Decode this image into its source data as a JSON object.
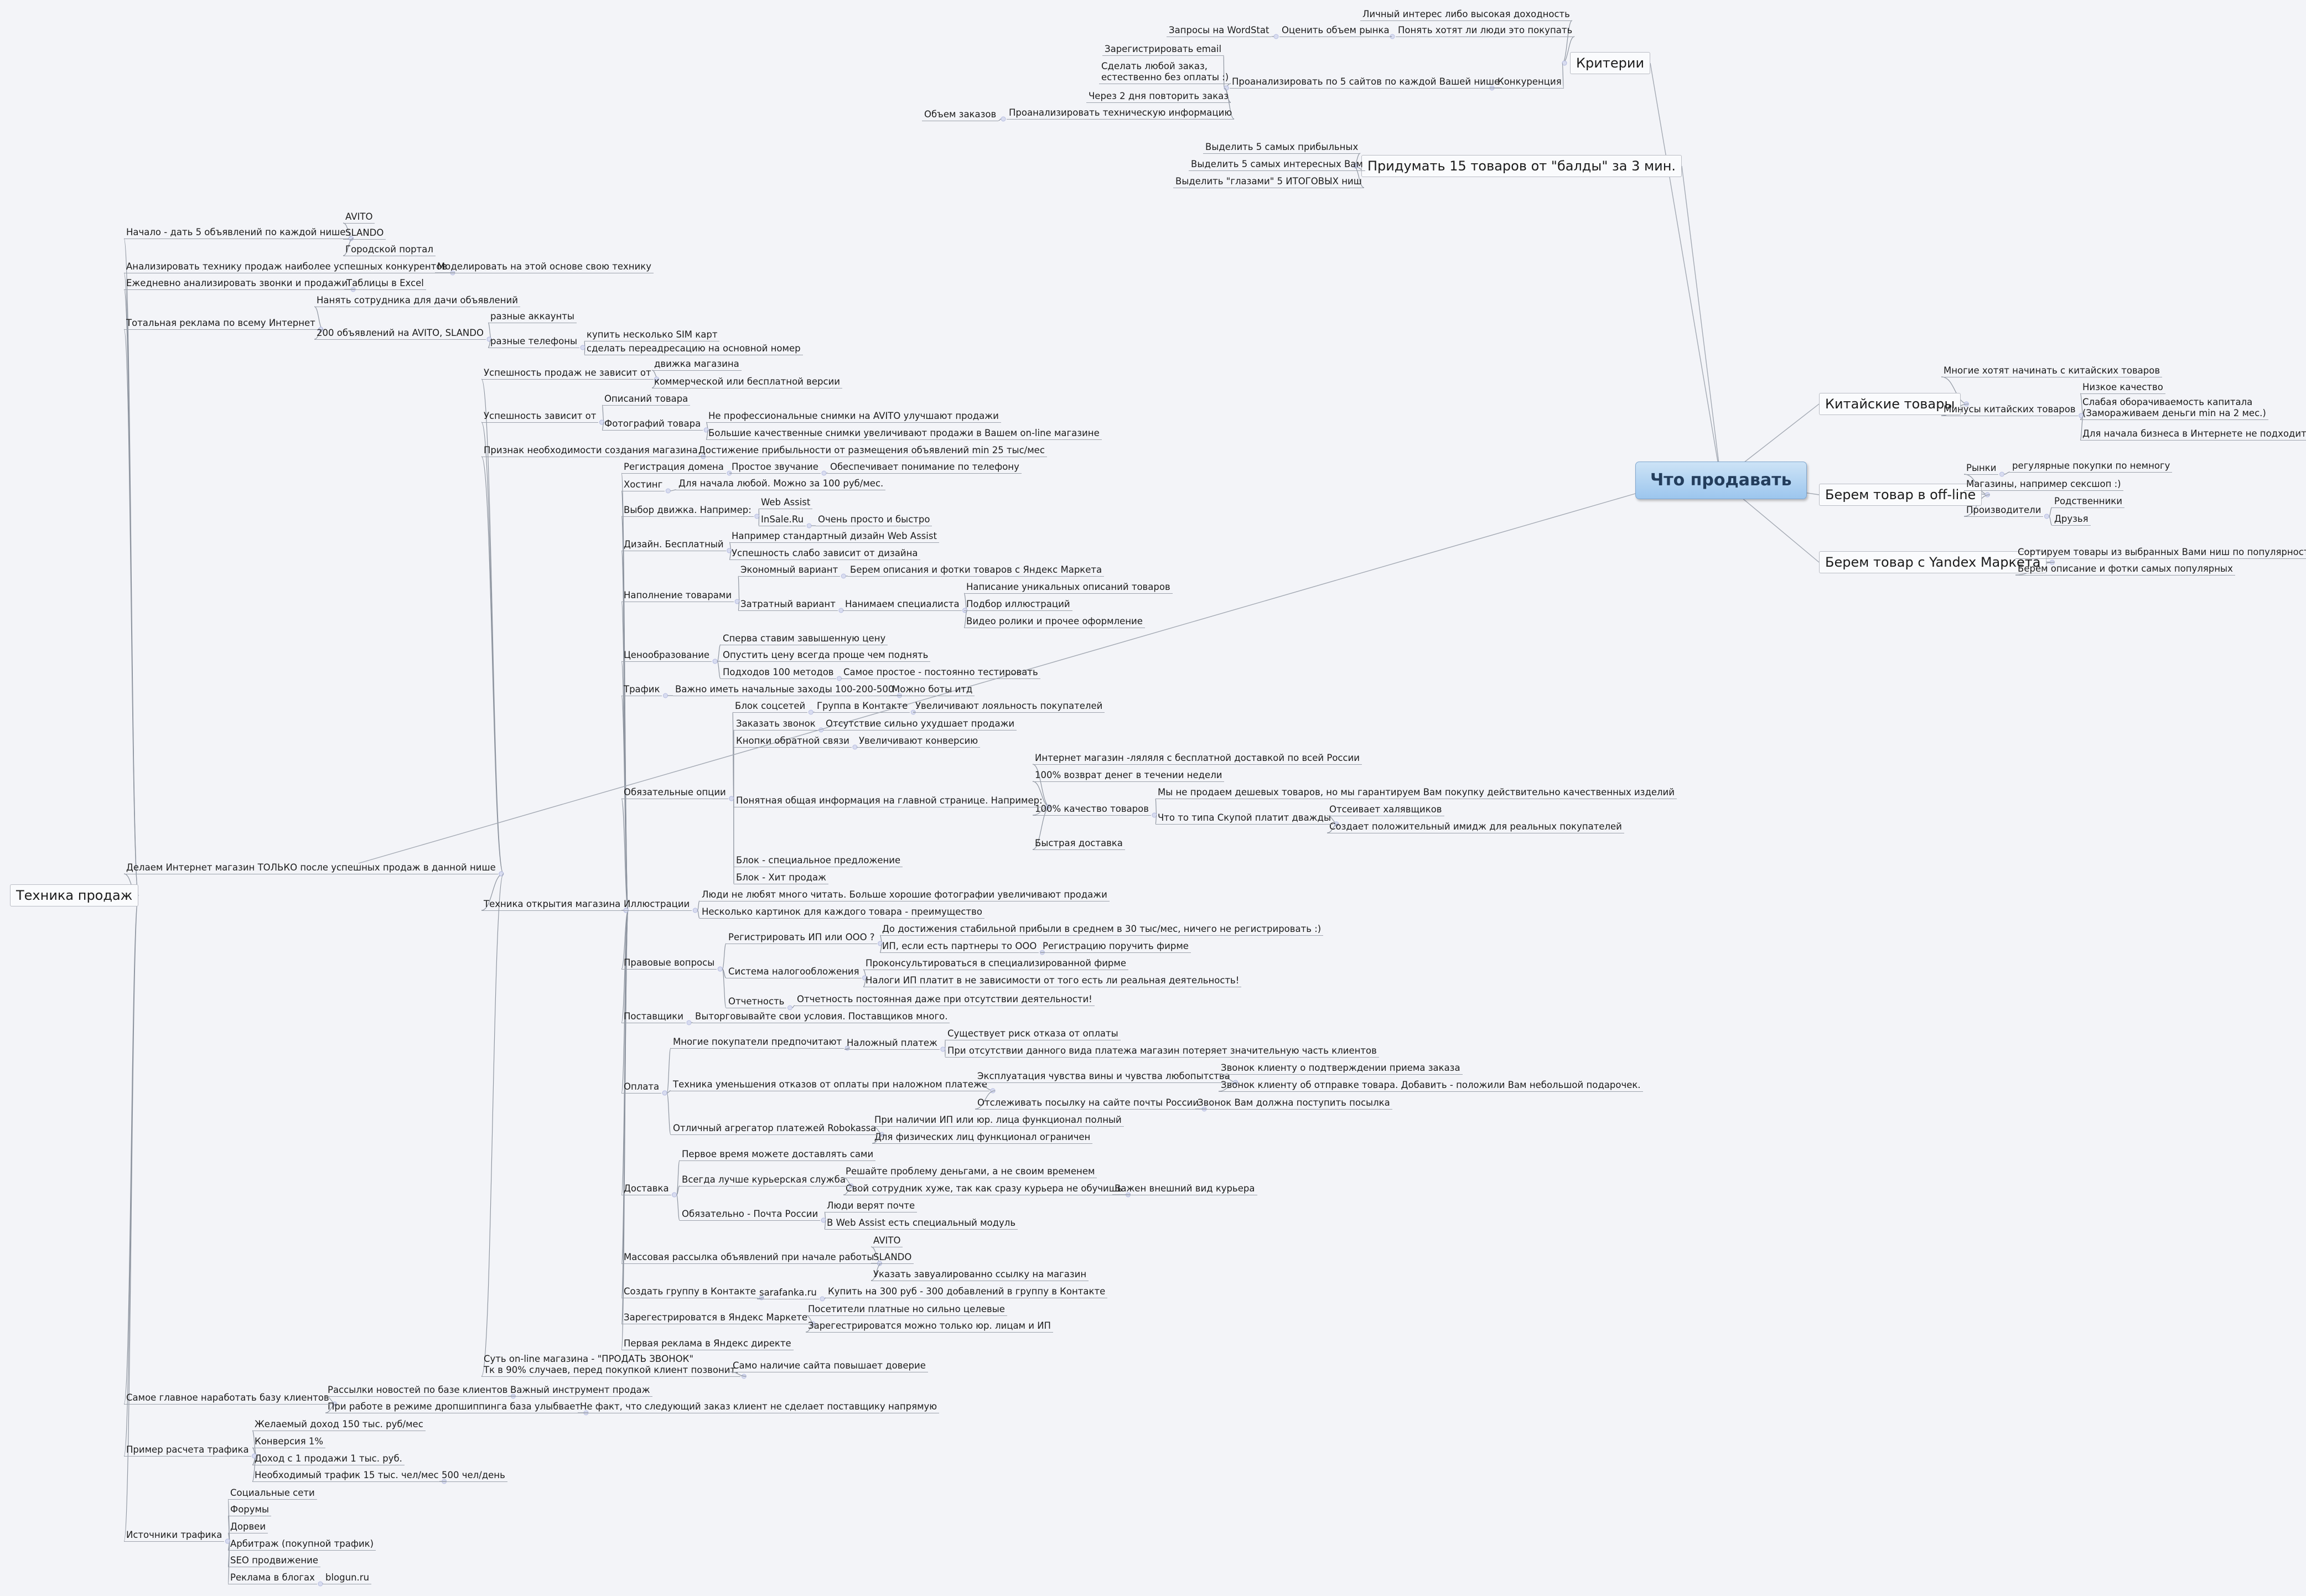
{
  "diagram": {
    "root": "Что продавать",
    "left_root": "Техника продаж",
    "branches": {
      "kriterii": "Критерии",
      "kriterii_interest": "Личный интерес либо высокая доходность",
      "kriterii_demand": "Понять хотят ли люди это покупать",
      "kriterii_estimate": "Оценить объем рынка",
      "kriterii_wordstat": "Запросы на WordStat",
      "kriterii_competition": "Конкуренция",
      "kriterii_analyze5": "Проанализировать по 5 сайтов по каждой Вашей нише",
      "kriterii_email": "Зарегистрировать email",
      "kriterii_order": "Сделать любой заказ,\nестественно без оплаты :)",
      "kriterii_repeat": "Через 2 дня повторить заказ",
      "kriterii_tech": "Проанализировать техническую информацию",
      "kriterii_volume": "Объем заказов",
      "invent15": "Придумать 15 товаров от \"балды\" за 3 мин.",
      "invent_profit": "Выделить 5 самых прибыльных",
      "invent_interest": "Выделить 5 самых интересных Вам",
      "invent_eyes": "Выделить \"глазами\" 5 ИТОГОВЫХ ниш",
      "chinese": "Китайские товары",
      "chinese_many": "Многие хотят начинать с китайских товаров",
      "chinese_minus": "Минусы китайских товаров",
      "chinese_quality": "Низкое качество",
      "chinese_turnover": "Слабая оборачиваемость капитала\n(Замораживаем деньги min на 2 мес.)",
      "chinese_start": "Для начала бизнеса в Интернете не подходит",
      "offline": "Берем товар в off-line",
      "offline_markets": "Рынки",
      "offline_regular": "регулярные покупки по немногу",
      "offline_shops": "Магазины, например сексшоп :)",
      "offline_producers": "Производители",
      "offline_relatives": "Родственники",
      "offline_friends": "Друзья",
      "yandex": "Берем товар с Yandex Маркета",
      "yandex_sort": "Сортируем товары из выбранных Вами ниш по популярности",
      "yandex_take": "Берем описание и фотки самых популярных"
    },
    "left": {
      "start5": "Начало - дать 5 объявлений по каждой нише",
      "avito": "AVITO",
      "slando": "SLANDO",
      "city_portal": "Городской портал",
      "analyze_tech": "Анализировать технику продаж наиболее успешных конкурентов",
      "model": "Моделировать на этой основе свою технику",
      "daily": "Ежедневно анализировать звонки и продажи",
      "excel": "Таблицы в Excel",
      "total_ad": "Тотальная реклама по всему Интернет",
      "hire": "Нанять сотрудника для дачи объявлений",
      "ads200": "200 объявлений на AVITO, SLANDO",
      "accounts": "разные аккаунты",
      "phones": "разные телефоны",
      "sim": "купить несколько SIM карт",
      "redirect": "сделать переадресацию на основной номер",
      "shop_after": "Делаем Интернет магазин ТОЛЬКО после успешных продаж в данной нише",
      "not_depend": "Успешность продаж не зависит от",
      "engine": "движка магазина",
      "commercial": "коммерческой или бесплатной версии",
      "depends": "Успешность зависит от",
      "desc": "Описаний товара",
      "photos": "Фотографий товара",
      "photos_np": "Не профессиональные снимки на AVITO улучшают продажи",
      "photos_big": "Большие качественные снимки увеличивают продажи в Вашем on-line магазине",
      "sign": "Признак необходимости создания магазина",
      "sign_val": "Достижение прибыльности от размещения объявлений min 25 тыс/мес",
      "opening": "Техника открытия магазина",
      "domain": "Регистрация домена",
      "domain_simple": "Простое звучание",
      "domain_phone": "Обеспечивает понимание по телефону",
      "hosting": "Хостинг",
      "hosting_val": "Для начала любой. Можно за 100 руб/мес.",
      "engine_choice": "Выбор движка. Например:",
      "webassist": "Web Assist",
      "insale": "InSale.Ru",
      "insale_val": "Очень просто и быстро",
      "design": "Дизайн. Бесплатный",
      "design_std": "Например стандартный дизайн Web Assist",
      "design_weak": "Успешность слабо зависит от дизайна",
      "fill": "Наполнение товарами",
      "fill_eco": "Экономный вариант",
      "fill_eco_val": "Берем  описания и фотки товаров с Яндекс Маркета",
      "fill_paid": "Затратный вариант",
      "fill_hire": "Нанимаем специалиста",
      "fill_unique": "Написание уникальных описаний товаров",
      "fill_illus": "Подбор иллюстраций",
      "fill_video": "Видео ролики и прочее оформление",
      "pricing": "Ценообразование",
      "pricing_high": "Сперва ставим завышенную цену",
      "pricing_lower": "Опустить цену всегда проще чем поднять",
      "pricing_100": "Подходов 100 методов",
      "pricing_simple": "Самое простое - постоянно тестировать",
      "traffic": "Трафик",
      "traffic_val": "Важно иметь начальные заходы 100-200-500",
      "traffic_bots": "Можно боты итд",
      "options": "Обязательные опции",
      "soc_block": "Блок соцсетей",
      "vk_group": "Группа в Контакте",
      "loyalty": "Увеличивают лояльность покупателей",
      "callback": "Заказать звонок",
      "callback_val": "Отсутствие сильно ухудшает продажи",
      "feedback": "Кнопки обратной связи",
      "feedback_val": "Увеличивают конверсию",
      "main_info": "Понятная общая информация на главной странице. Например:",
      "info_shop": "Интернет магазин -ляляля с бесплатной доставкой по всей России",
      "info_refund": "100% возврат денег в течении недели",
      "info_quality": "100% качество товаров",
      "info_cheap": "Мы не продаем дешевых товаров, но мы гарантируем Вам покупку действительно качественных изделий",
      "info_miser": "Что то типа Скупой платит дважды",
      "info_cut": "Отсеивает халявщиков",
      "info_image": "Создает положительный имидж для реальных покупателей",
      "info_fast": "Быстрая доставка",
      "special": "Блок - специальное предложение",
      "hit": "Блок - Хит продаж",
      "illus": "Иллюстрации",
      "illus_read": "Люди не любят много читать. Больше хорошие фотографии увеличивают продажи",
      "illus_many": "Несколько картинок для каждого товара - преимущество",
      "legal": "Правовые вопросы",
      "reg_ip": "Регистрировать ИП или ООО ?",
      "reg_ip_no": "До достижения стабильной прибыли в среднем в 30 тыс/мес, ничего не регистрировать :)",
      "reg_ip_partners": "ИП, если есть партнеры то ООО",
      "reg_firm": "Регистрацию поручить фирме",
      "tax": "Система налогообложения",
      "tax_consult": "Проконсультироваться в специализированной фирме",
      "tax_ip": "Налоги ИП платит в не зависимости от того есть ли реальная деятельность!",
      "report": "Отчетность",
      "report_val": "Отчетность постоянная даже при отсутствии деятельности!",
      "suppliers": "Поставщики",
      "suppliers_val": "Выторговывайте свои условия. Поставщиков много.",
      "payment": "Оплата",
      "pay_prefer": "Многие покупатели предпочитают",
      "pay_cod": "Наложный платеж",
      "pay_risk": "Существует риск отказа от оплаты",
      "pay_lose": "При отсутствии данного вида платежа магазин потеряет значительную часть клиентов",
      "pay_reduce": "Техника уменьшения отказов от оплаты при наложном платеже",
      "pay_guilt": "Эксплуатация чувства вины и чувства любопытства",
      "pay_call1": "Звонок клиенту о подтверждении приема заказа",
      "pay_call2": "Звонок клиенту об отправке товара. Добавить - положили Вам небольшой подарочек.",
      "pay_track": "Отслеживать посылку на сайте почты России",
      "pay_call3": "Звонок Вам должна поступить посылка",
      "robokassa": "Отличный агрегатор платежей Robokassa",
      "robo_ip": "При наличии ИП или юр. лица функционал полный",
      "robo_phys": "Для физических лиц функционал ограничен",
      "delivery": "Доставка",
      "deliv_first": "Первое время можете доставлять сами",
      "deliv_courier": "Всегда лучше курьерская служба",
      "deliv_money": "Решайте проблему деньгами, а не своим временем",
      "deliv_own": "Свой сотрудник хуже, так как сразу курьера не обучишь",
      "deliv_look": "Важен внешний вид курьера",
      "deliv_post": "Обязательно - Почта России",
      "deliv_trust": "Люди верят почте",
      "deliv_module": "В Web Assist есть специальный модуль",
      "mass": "Массовая рассылка объявлений при начале работы",
      "mass_avito": "AVITO",
      "mass_slando": "SLANDO",
      "mass_link": "Указать завуалированно ссылку на магазин",
      "vk_create": "Создать группу в Контакте",
      "sarafanka": "sarafanka.ru",
      "vk_buy": "Купить на 300 руб - 300 добавлений в группу в Контакте",
      "ym_reg": "Зарегестрироватся в Яндекс Маркете",
      "ym_paid": "Посетители платные но сильно целевые",
      "ym_legal": "Зарегестрироватся можно только юр. лицам и ИП",
      "direct": "Первая реклама в Яндекс директе",
      "essence": "Суть on-line магазина - \"ПРОДАТЬ ЗВОНОК\"\nТк в 90% случаев, перед покупкой клиент позвонит.",
      "essence_val": "Само наличие сайта повышает доверие",
      "base": "Самое главное наработать базу клиентов",
      "base_news": "Рассылки новостей по базе клиентов",
      "base_tool": "Важный инструмент продаж",
      "base_drop": "При работе в режиме дропшиппинга база улыбвает",
      "base_fact": "Не факт, что следующий заказ клиент не сделает поставщику напрямую",
      "calc": "Пример расчета трафика",
      "calc_income": "Желаемый доход 150 тыс. руб/мес",
      "calc_conv": "Конверсия 1%",
      "calc_sale": "Доход с 1 продажи 1 тыс. руб.",
      "calc_need": "Необходимый трафик 15 тыс. чел/мес",
      "calc_day": "500 чел/день",
      "sources": "Источники трафика",
      "src_social": "Социальные сети",
      "src_forums": "Форумы",
      "src_doorways": "Дорвеи",
      "src_arb": "Арбитраж (покупной трафик)",
      "src_seo": "SEO продвижение",
      "src_blogs": "Реклама в блогах",
      "src_blogun": "blogun.ru"
    }
  }
}
